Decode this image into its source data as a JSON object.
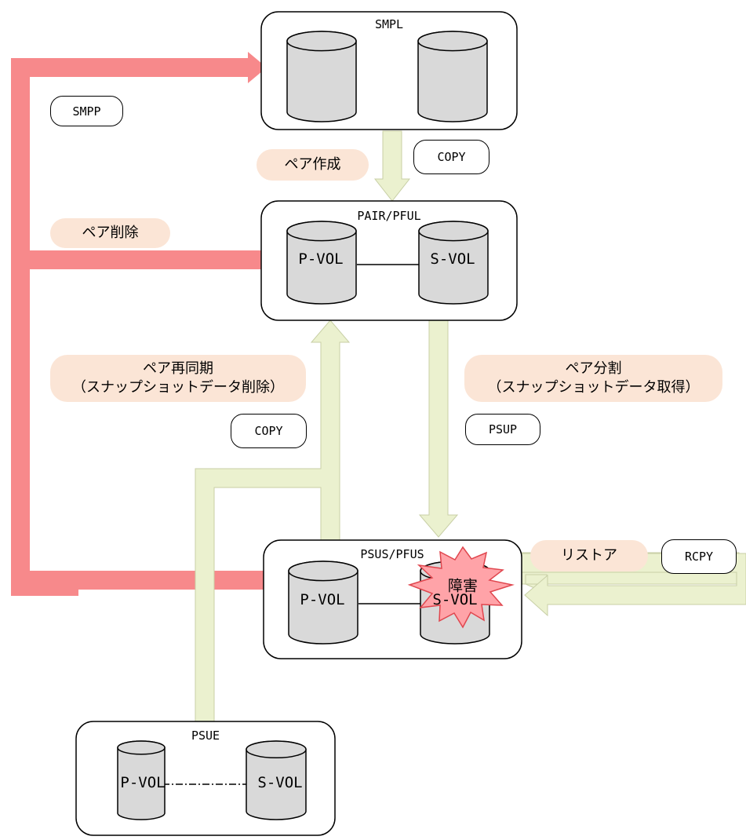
{
  "states": {
    "smpl": {
      "title": "SMPL"
    },
    "pair": {
      "title": "PAIR/PFUL",
      "pvol": "P-VOL",
      "svol": "S-VOL"
    },
    "psus": {
      "title": "PSUS/PFUS",
      "pvol": "P-VOL",
      "svol": "S-VOL"
    },
    "psue": {
      "title": "PSUE",
      "pvol": "P-VOL",
      "svol": "S-VOL"
    }
  },
  "status_badges": {
    "smpp": "SMPP",
    "copy_create": "COPY",
    "copy_resync": "COPY",
    "psup": "PSUP",
    "rcpy": "RCPY"
  },
  "operations": {
    "pair_create": "ペア作成",
    "pair_delete": "ペア削除",
    "resync_line1": "ペア再同期",
    "resync_line2": "（スナップショットデータ削除）",
    "split_line1": "ペア分割",
    "split_line2": "（スナップショットデータ取得）",
    "restore": "リストア"
  },
  "failure": {
    "label": "障害"
  },
  "colors": {
    "delete_arrow": "#f7898b",
    "transition_arrow": "#ebf1cf",
    "transition_outline": "#c8cfa6",
    "operation_bg": "#fbe5d6",
    "failure_bg": "#ffa3a8",
    "failure_outline": "#e0464e",
    "cylinder_fill": "#d9d9d9"
  }
}
